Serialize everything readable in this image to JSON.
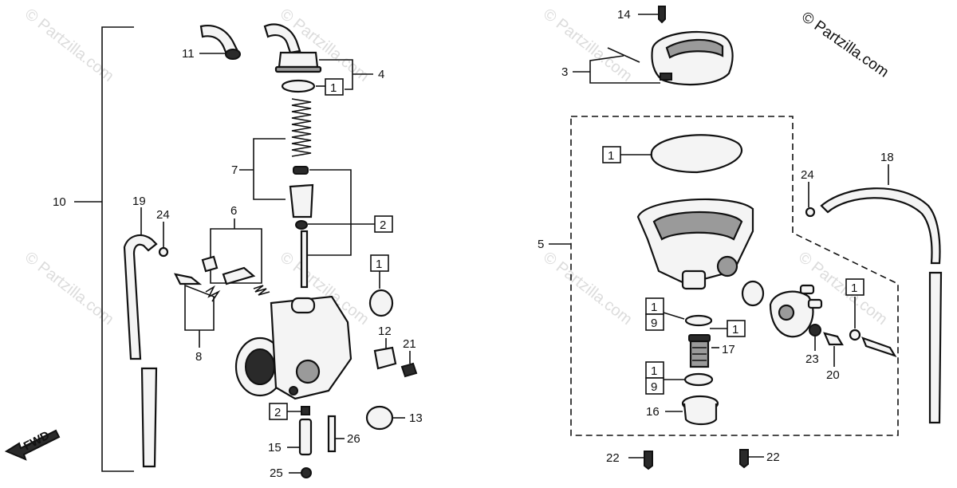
{
  "copyright": "© Partzilla.com",
  "watermark": "© Partzilla.com",
  "fwd_label": "FWD",
  "callouts": {
    "c10": "10",
    "c11": "11",
    "c4": "4",
    "c7": "7",
    "c19": "19",
    "c24a": "24",
    "c6": "6",
    "c8": "8",
    "c12": "12",
    "c21": "21",
    "c2a": "2",
    "c1a": "1",
    "c1b": "1",
    "c13": "13",
    "c15": "15",
    "c26": "26",
    "c25": "25",
    "c2b": "2",
    "c14": "14",
    "c3": "3",
    "c5": "5",
    "c1c": "1",
    "c24b": "24",
    "c18": "18",
    "c1d": "1",
    "c9a": "9",
    "c1e": "1",
    "c17": "17",
    "c1f": "1",
    "c9b": "9",
    "c16": "16",
    "c1g": "1",
    "c23": "23",
    "c20": "20",
    "c22a": "22",
    "c22b": "22"
  }
}
